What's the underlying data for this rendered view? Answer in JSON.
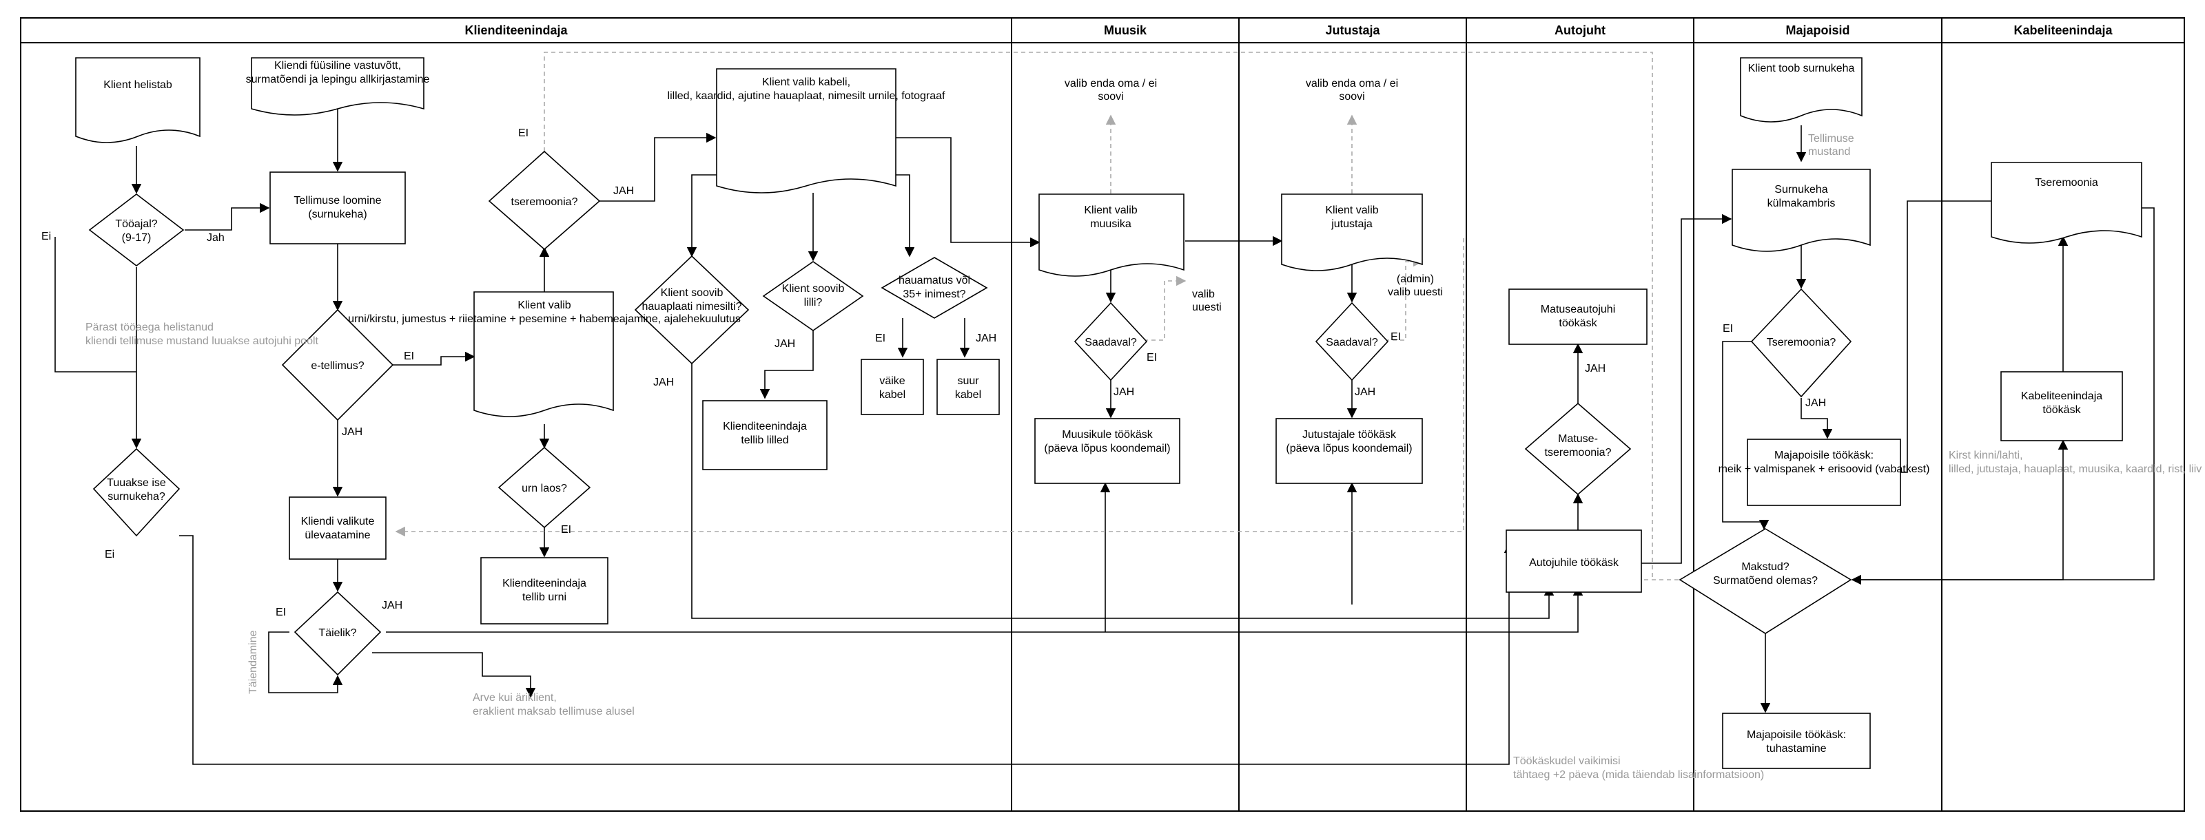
{
  "lanes": {
    "l1": "Klienditeenindaja",
    "l2": "Muusik",
    "l3": "Jutustaja",
    "l4": "Autojuht",
    "l5": "Majapoisid",
    "l6": "Kabeliteenindaja"
  },
  "nodes": {
    "n1": "Klient helistab",
    "n2": "Kliendi füüsiline vastuvõtt, surmatõendi ja lepingu allkirjastamine",
    "n3": "Tööajal? (9-17)",
    "n4": "Tellimuse loomine (surnukeha)",
    "n5": "e-tellimus?",
    "n6": "Klient valib urni/kirstu, jumestus + riietamine + pesemine + habemeajamine, ajalehekuulutus",
    "n7": "tseremoonia?",
    "n8": "Klient valib kabeli, lilled, kaardid, ajutine hauaplaat, nimesilt urnile, fotograaf",
    "n9": "Klient soovib hauaplaati nimesilti?",
    "n10": "Klient soovib lilli?",
    "n11": "hauamatus või 35+ inimest?",
    "n12": "väike kabel",
    "n13": "suur kabel",
    "n14": "Klienditeenindaja tellib lilled",
    "n15": "urn laos?",
    "n16": "Klienditeenindaja tellib urni",
    "n17": "Tuuakse ise surnukeha?",
    "n18": "Kliendi valikute ülevaatamine",
    "n19": "Täielik?",
    "n20": "Klient valib muusika",
    "n21": "Saadaval?",
    "n22": "Muusikule töökäsk (päeva lõpus koondemail)",
    "n23": "Klient valib jutustaja",
    "n24": "Saadaval?",
    "n25": "Jutustajale töökäsk (päeva lõpus koondemail)",
    "n26": "Matuseautojuhi töökäsk",
    "n27": "Matuse-tseremoonia?",
    "n28": "Autojuhile töökäsk",
    "n29": "Klient toob surnukeha",
    "n30": "Surnukeha külmakambris",
    "n31": "Tseremoonia?",
    "n32": "Majapoisile töökäsk: meik + valmispanek + erisoovid (vabatkest)",
    "n33": "Makstud? Surmatõend olemas?",
    "n34": "Majapoisile töökäsk: tuhastamine",
    "n35": "Tseremoonia",
    "n36": "Kabeliteenindaja töökäsk"
  },
  "labels": {
    "ei": "Ei",
    "jah": "Jah",
    "JAH": "JAH",
    "EI": "EI",
    "valib_oma_1": "valib enda oma / ei soovi",
    "valib_oma_2": "valib enda oma / ei soovi",
    "valib_uuesti": "valib uuesti",
    "admin_valib": "(admin) valib uuesti",
    "taiendamine": "Täiendamine",
    "tellimuse_mustand": "Tellimuse mustand"
  },
  "notes": {
    "parast": "Pärast tööaega helistanud kliendi tellimuse mustand luuakse autojuhi poolt",
    "arve": "Arve kui äriklient, eraklient maksab tellimuse alusel",
    "tookaskudel": "Töökäskudel vaikimisi tähtaeg +2 päeva (mida täiendab lisainformatsioon)",
    "kirst": "Kirst kinni/lahti, lilled, jutustaja, hauaplaat, muusika, kaardid, rist, liiv (kiriklik)"
  }
}
